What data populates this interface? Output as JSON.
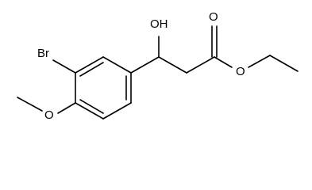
{
  "molecule": {
    "atoms": {
      "br": "Br",
      "hydroxyl_o": "OH",
      "carbonyl_o": "O",
      "ester_o": "O",
      "methoxy_o": "O"
    },
    "colors": {
      "bond": "#000000",
      "label": "#000000",
      "background": "#ffffff"
    }
  }
}
